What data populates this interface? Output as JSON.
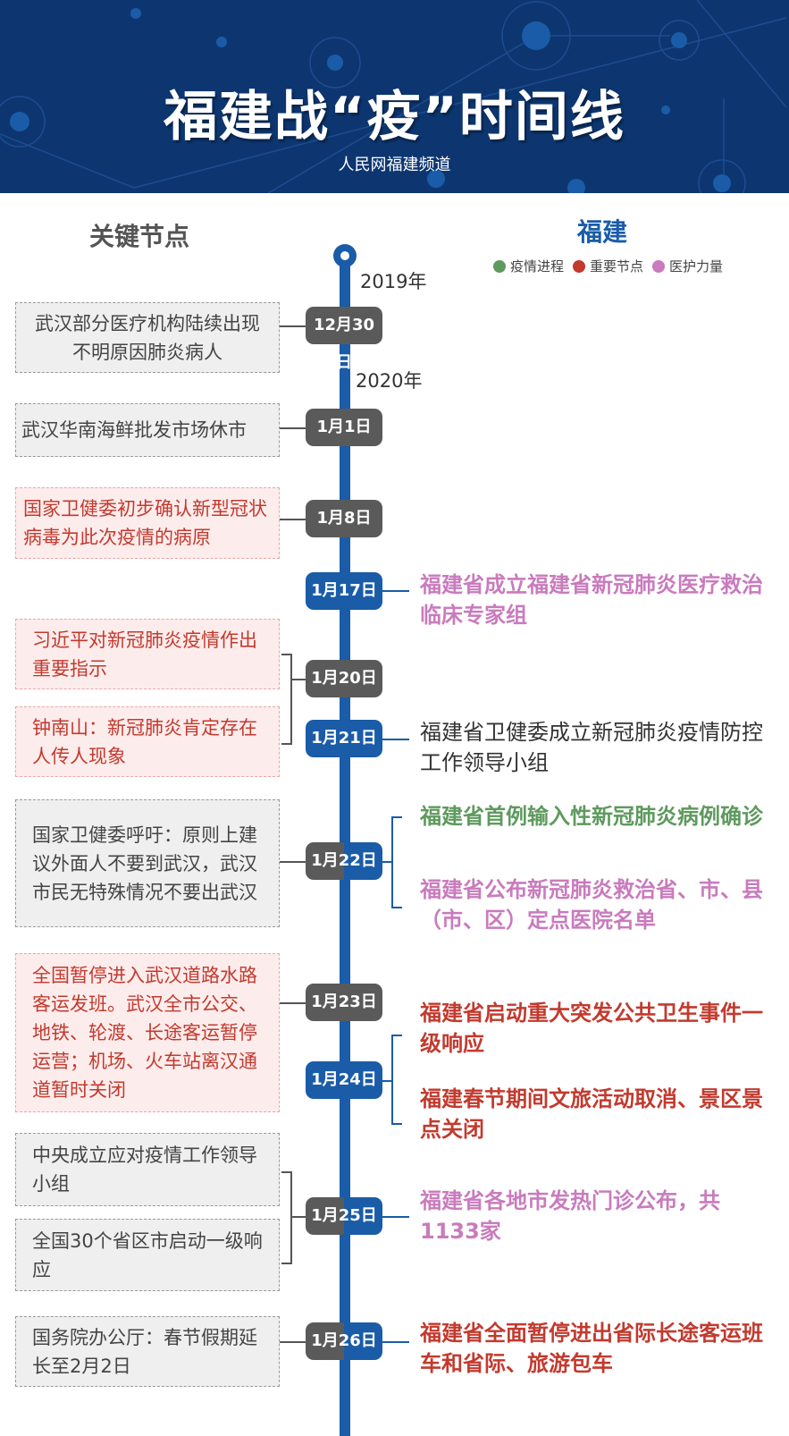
{
  "header": {
    "title": "福建战“疫”时间线",
    "subtitle": "人民网福建频道"
  },
  "columns": {
    "left": "关键节点",
    "right": "福建"
  },
  "legend": [
    {
      "label": "疫情进程",
      "color": "#5e9a5e"
    },
    {
      "label": "重要节点",
      "color": "#c23a2e"
    },
    {
      "label": "医护力量",
      "color": "#c97bbd"
    }
  ],
  "years": [
    "2019年",
    "2020年"
  ],
  "dates": [
    "12月30日",
    "1月1日",
    "1月8日",
    "1月17日",
    "1月20日",
    "1月21日",
    "1月22日",
    "1月23日",
    "1月24日",
    "1月25日",
    "1月26日"
  ],
  "key_events": [
    "武汉部分医疗机构陆续出现不明原因肺炎病人",
    "武汉华南海鲜批发市场休市",
    "国家卫健委初步确认新型冠状病毒为此次疫情的病原",
    "习近平对新冠肺炎疫情作出重要指示",
    "钟南山：新冠肺炎肯定存在人传人现象",
    "国家卫健委呼吁：原则上建议外面人不要到武汉，武汉市民无特殊情况不要出武汉",
    "全国暂停进入武汉道路水路客运发班。武汉全市公交、地铁、轮渡、长途客运暂停运营；机场、火车站离汉通道暂时关闭",
    "中央成立应对疫情工作领导小组",
    "全国30个省区市启动一级响应",
    "国务院办公厅：春节假期延长至2月2日"
  ],
  "fujian_events": [
    "福建省成立福建省新冠肺炎医疗救治临床专家组",
    "福建省卫健委成立新冠肺炎疫情防控工作领导小组",
    "福建省首例输入性新冠肺炎病例确诊",
    "福建省公布新冠肺炎救治省、市、县（市、区）定点医院名单",
    "福建省启动重大突发公共卫生事件一级响应",
    "福建春节期间文旅活动取消、景区景点关闭",
    "福建省各地市发热门诊公布，共1133家",
    "福建省全面暂停进出省际长途客运班车和省际、旅游包车"
  ]
}
